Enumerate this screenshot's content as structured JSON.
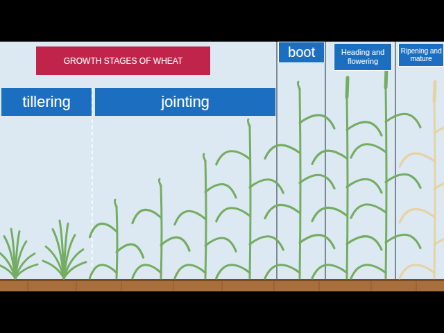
{
  "diagram": {
    "title": "GROWTH STAGES OF WHEAT",
    "nodes": [
      {
        "text": [
          "tillering"
        ]
      },
      {
        "text": [
          "jointing"
        ]
      },
      {
        "text": [
          "boot"
        ]
      },
      {
        "text": [
          "Heading and flowering"
        ]
      },
      {
        "text": [
          "Ripening and mature"
        ]
      }
    ]
  }
}
